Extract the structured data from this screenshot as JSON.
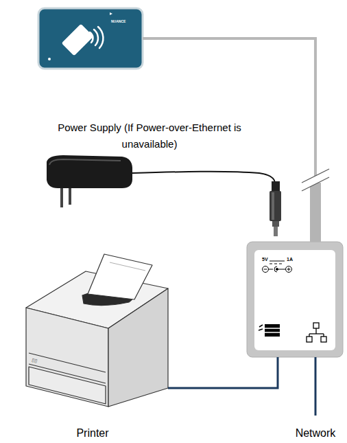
{
  "diagram": {
    "nodes": [
      {
        "text": [
          "NUANCE"
        ]
      },
      {
        "text": [
          "5V",
          "1A"
        ]
      }
    ],
    "edges": [
      {
        "from": 0,
        "to": 1,
        "arrow": "none"
      }
    ],
    "labels": [
      "Power Supply (If Power-over-Ethernet is unavailable)",
      "Printer",
      "Network"
    ]
  }
}
